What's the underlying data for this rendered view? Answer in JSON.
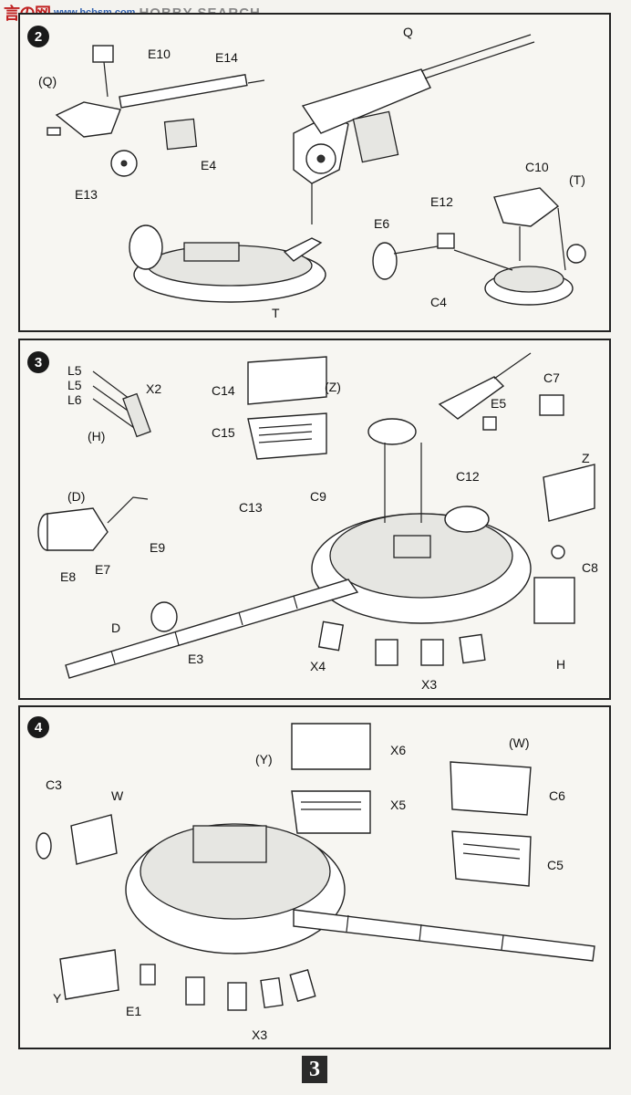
{
  "watermark": {
    "logo": "言の网",
    "site": "www.hcbsm.com",
    "brand": "HOBBY SEARCH"
  },
  "steps": {
    "s2": {
      "number": "2",
      "labels": {
        "Q_paren": "(Q)",
        "E10": "E10",
        "E14": "E14",
        "E4": "E4",
        "E13": "E13",
        "Q": "Q",
        "T_paren": "(T)",
        "C10": "C10",
        "E12": "E12",
        "E6": "E6",
        "C4": "C4",
        "T": "T"
      }
    },
    "s3": {
      "number": "3",
      "labels": {
        "L5a": "L5",
        "L5b": "L5",
        "L6": "L6",
        "X2": "X2",
        "H_paren": "(H)",
        "C14": "C14",
        "Z_paren": "(Z)",
        "C15": "C15",
        "E5": "E5",
        "C7": "C7",
        "Z": "Z",
        "D_paren": "(D)",
        "E8": "E8",
        "E7": "E7",
        "E9": "E9",
        "C13": "C13",
        "C9": "C9",
        "C12": "C12",
        "C8": "C8",
        "D": "D",
        "E3": "E3",
        "X4": "X4",
        "X3": "X3",
        "H": "H"
      }
    },
    "s4": {
      "number": "4",
      "labels": {
        "Y_paren": "(Y)",
        "X6": "X6",
        "X5": "X5",
        "W_paren": "(W)",
        "C6": "C6",
        "C5": "C5",
        "C3": "C3",
        "W": "W",
        "Y": "Y",
        "E1": "E1",
        "X3": "X3"
      }
    }
  },
  "page_number": "3"
}
